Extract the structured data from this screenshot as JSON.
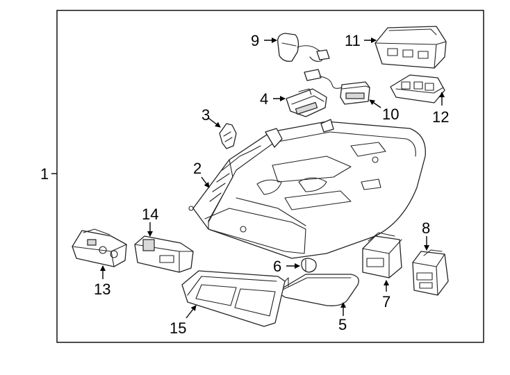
{
  "callouts": {
    "c1": "1",
    "c2": "2",
    "c3": "3",
    "c4": "4",
    "c5": "5",
    "c6": "6",
    "c7": "7",
    "c8": "8",
    "c9": "9",
    "c10": "10",
    "c11": "11",
    "c12": "12",
    "c13": "13",
    "c14": "14",
    "c15": "15"
  },
  "colors": {
    "line": "#222222",
    "frame": "#000000",
    "background": "#ffffff"
  }
}
